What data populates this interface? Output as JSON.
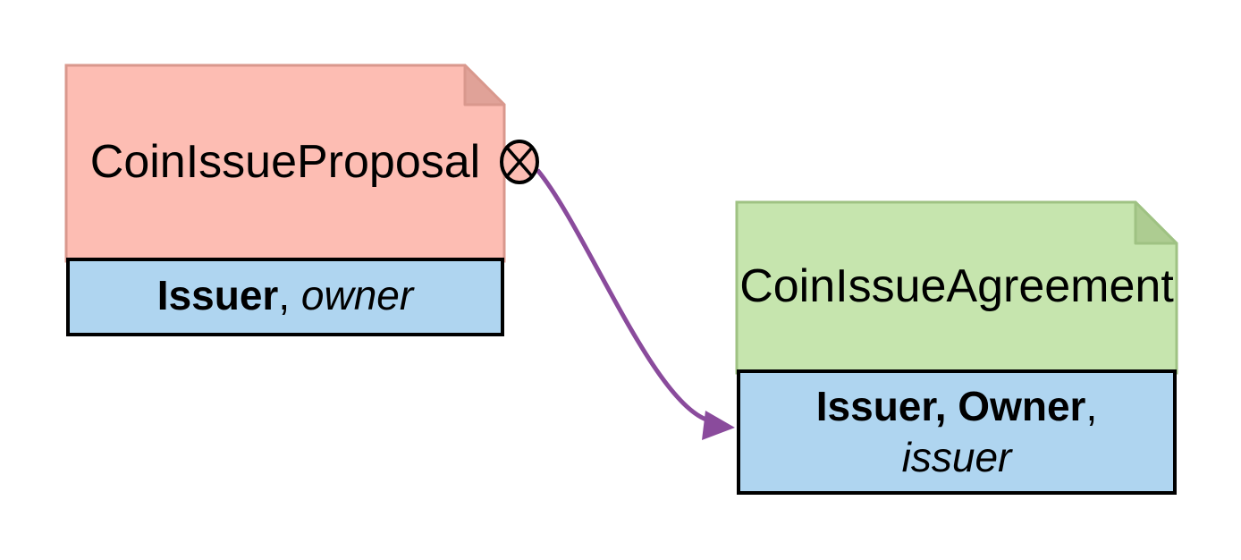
{
  "diagram": {
    "left_contract": {
      "title": "CoinIssueProposal",
      "signatories": "Issuer",
      "separator": ", ",
      "controllers_observers": "owner"
    },
    "right_contract": {
      "title": "CoinIssueAgreement",
      "signatories": "Issuer, Owner",
      "separator": ",",
      "controllers_observers": "issuer"
    },
    "icons": {
      "archive_marker": "circle-x"
    },
    "colors": {
      "proposal_fill": "#fdbdb3",
      "proposal_border": "#d9988d",
      "proposal_fold": "#e0a298",
      "agreement_fill": "#c6e5ae",
      "agreement_border": "#9fc283",
      "agreement_fold": "#adcc91",
      "party_bar_fill": "#afd5f0",
      "party_bar_border": "#000000",
      "arrow": "#8a4b9c",
      "text": "#000000",
      "background": "#ffffff"
    }
  }
}
